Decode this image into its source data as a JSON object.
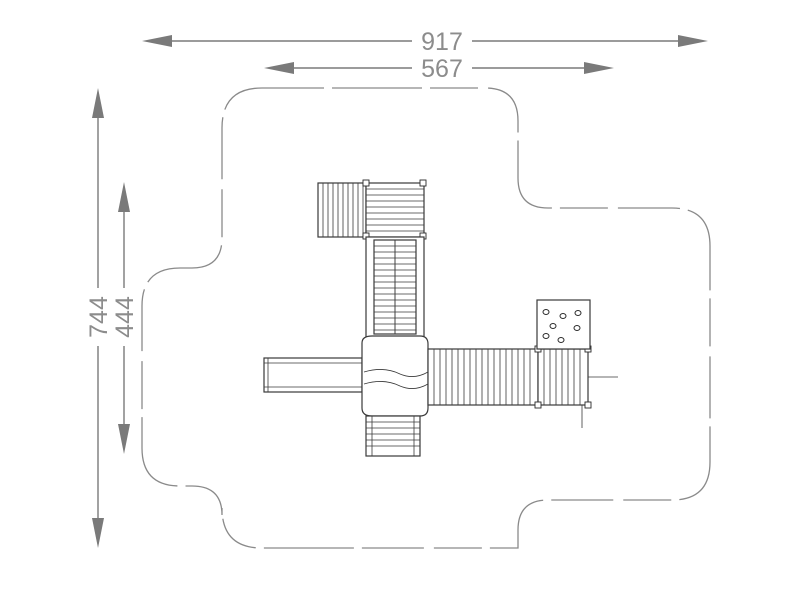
{
  "dimensions": {
    "overall_width": "917",
    "inner_width": "567",
    "overall_depth": "744",
    "inner_depth": "444"
  },
  "colors": {
    "dimension": "#7a7a7a",
    "dimension_text": "#8c8c8c",
    "zone": "#8a8a8a",
    "equipment": "#3a3a3a"
  }
}
